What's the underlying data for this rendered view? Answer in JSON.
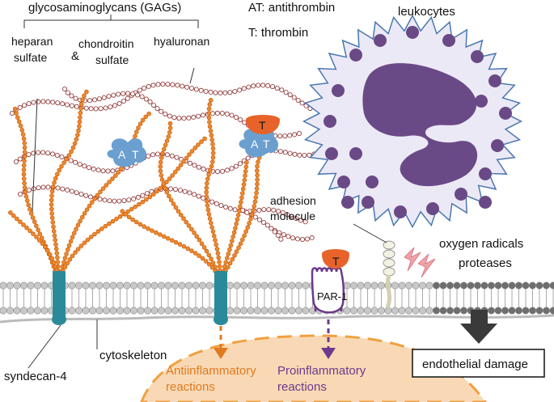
{
  "labels": {
    "gags": "glycosaminoglycans (GAGs)",
    "heparan_1": "heparan",
    "heparan_2": "sulfate",
    "ampersand": "&",
    "chondroitin_1": "chondroitin",
    "chondroitin_2": "sulfate",
    "hyaluronan": "hyaluronan",
    "at_legend": "AT: antithrombin",
    "t_legend": "T: thrombin",
    "leukocytes": "leukocytes",
    "adhesion_1": "adhesion",
    "adhesion_2": "molecule",
    "oxygen": "oxygen radicals",
    "proteases": "proteases",
    "par1": "PAR-1",
    "cytoskeleton": "cytoskeleton",
    "syndecan": "syndecan-4",
    "endothelial": "endothelial damage",
    "anti_1": "Antiinflammatory",
    "anti_2": "reactions",
    "pro_1": "Proinflammatory",
    "pro_2": "reactions",
    "at_symbol_a": "A",
    "at_symbol_t": "T",
    "t_symbol": "T"
  },
  "colors": {
    "gag_orange": "#f08a2c",
    "hyaluronan": "#8a2a2a",
    "syndecan": "#2b8a9a",
    "leukocyte_fill": "#ece9f6",
    "leukocyte_nucleus": "#6a4a86",
    "antithrombin": "#6a9fd0",
    "thrombin": "#e8632a",
    "membrane_head": "#c8c8c8",
    "membrane_damaged": "#6e6e6e",
    "par1": "#6b3a8c",
    "bolt": "#f2a2a8",
    "nucleus_region": "#f9d9b5",
    "arrow_dark": "#3a3a3a"
  }
}
